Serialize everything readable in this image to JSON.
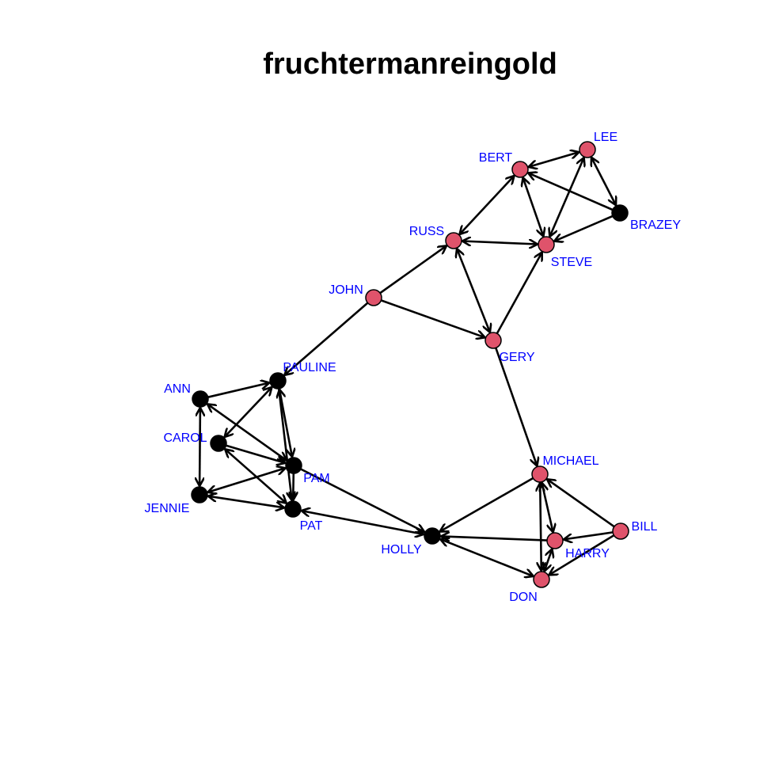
{
  "title": "fruchtermanreingold",
  "colors": {
    "node_red": "#DF536B",
    "node_black": "#000000",
    "label": "#0000FF",
    "edge": "#000000"
  },
  "nodes": [
    {
      "id": "LEE",
      "label": "LEE",
      "color": "red"
    },
    {
      "id": "BERT",
      "label": "BERT",
      "color": "red"
    },
    {
      "id": "BRAZEY",
      "label": "BRAZEY",
      "color": "black"
    },
    {
      "id": "STEVE",
      "label": "STEVE",
      "color": "red"
    },
    {
      "id": "RUSS",
      "label": "RUSS",
      "color": "red"
    },
    {
      "id": "JOHN",
      "label": "JOHN",
      "color": "red"
    },
    {
      "id": "GERY",
      "label": "GERY",
      "color": "red"
    },
    {
      "id": "PAULINE",
      "label": "PAULINE",
      "color": "black"
    },
    {
      "id": "ANN",
      "label": "ANN",
      "color": "black"
    },
    {
      "id": "CAROL",
      "label": "CAROL",
      "color": "black"
    },
    {
      "id": "PAM",
      "label": "PAM",
      "color": "black"
    },
    {
      "id": "JENNIE",
      "label": "JENNIE",
      "color": "black"
    },
    {
      "id": "PAT",
      "label": "PAT",
      "color": "black"
    },
    {
      "id": "HOLLY",
      "label": "HOLLY",
      "color": "black"
    },
    {
      "id": "MICHAEL",
      "label": "MICHAEL",
      "color": "red"
    },
    {
      "id": "BILL",
      "label": "BILL",
      "color": "red"
    },
    {
      "id": "HARRY",
      "label": "HARRY",
      "color": "red"
    },
    {
      "id": "DON",
      "label": "DON",
      "color": "red"
    }
  ],
  "edges": [
    {
      "from": "BERT",
      "to": "LEE",
      "both": true
    },
    {
      "from": "LEE",
      "to": "BRAZEY",
      "both": true
    },
    {
      "from": "LEE",
      "to": "STEVE",
      "both": true
    },
    {
      "from": "BRAZEY",
      "to": "BERT",
      "both": false
    },
    {
      "from": "BRAZEY",
      "to": "STEVE",
      "both": false
    },
    {
      "from": "BERT",
      "to": "STEVE",
      "both": true
    },
    {
      "from": "BERT",
      "to": "RUSS",
      "both": true
    },
    {
      "from": "RUSS",
      "to": "STEVE",
      "both": true
    },
    {
      "from": "RUSS",
      "to": "GERY",
      "both": true
    },
    {
      "from": "GERY",
      "to": "STEVE",
      "both": false
    },
    {
      "from": "JOHN",
      "to": "RUSS",
      "both": false
    },
    {
      "from": "JOHN",
      "to": "GERY",
      "both": false
    },
    {
      "from": "JOHN",
      "to": "PAULINE",
      "both": false
    },
    {
      "from": "GERY",
      "to": "MICHAEL",
      "both": false
    },
    {
      "from": "ANN",
      "to": "PAULINE",
      "both": false
    },
    {
      "from": "ANN",
      "to": "JENNIE",
      "both": true
    },
    {
      "from": "ANN",
      "to": "PAM",
      "both": true
    },
    {
      "from": "CAROL",
      "to": "PAULINE",
      "both": true
    },
    {
      "from": "CAROL",
      "to": "PAM",
      "both": false
    },
    {
      "from": "CAROL",
      "to": "PAT",
      "both": true
    },
    {
      "from": "PAULINE",
      "to": "PAM",
      "both": true
    },
    {
      "from": "PAULINE",
      "to": "PAT",
      "both": false
    },
    {
      "from": "PAM",
      "to": "JENNIE",
      "both": true
    },
    {
      "from": "PAT",
      "to": "JENNIE",
      "both": true
    },
    {
      "from": "PAM",
      "to": "PAT",
      "both": false
    },
    {
      "from": "HOLLY",
      "to": "PAT",
      "both": true
    },
    {
      "from": "PAM",
      "to": "HOLLY",
      "both": false
    },
    {
      "from": "MICHAEL",
      "to": "HOLLY",
      "both": false
    },
    {
      "from": "HARRY",
      "to": "HOLLY",
      "both": false
    },
    {
      "from": "HOLLY",
      "to": "DON",
      "both": true
    },
    {
      "from": "MICHAEL",
      "to": "HARRY",
      "both": true
    },
    {
      "from": "MICHAEL",
      "to": "DON",
      "both": true
    },
    {
      "from": "HARRY",
      "to": "DON",
      "both": true
    },
    {
      "from": "BILL",
      "to": "MICHAEL",
      "both": false
    },
    {
      "from": "BILL",
      "to": "HARRY",
      "both": false
    },
    {
      "from": "BILL",
      "to": "DON",
      "both": false
    }
  ]
}
